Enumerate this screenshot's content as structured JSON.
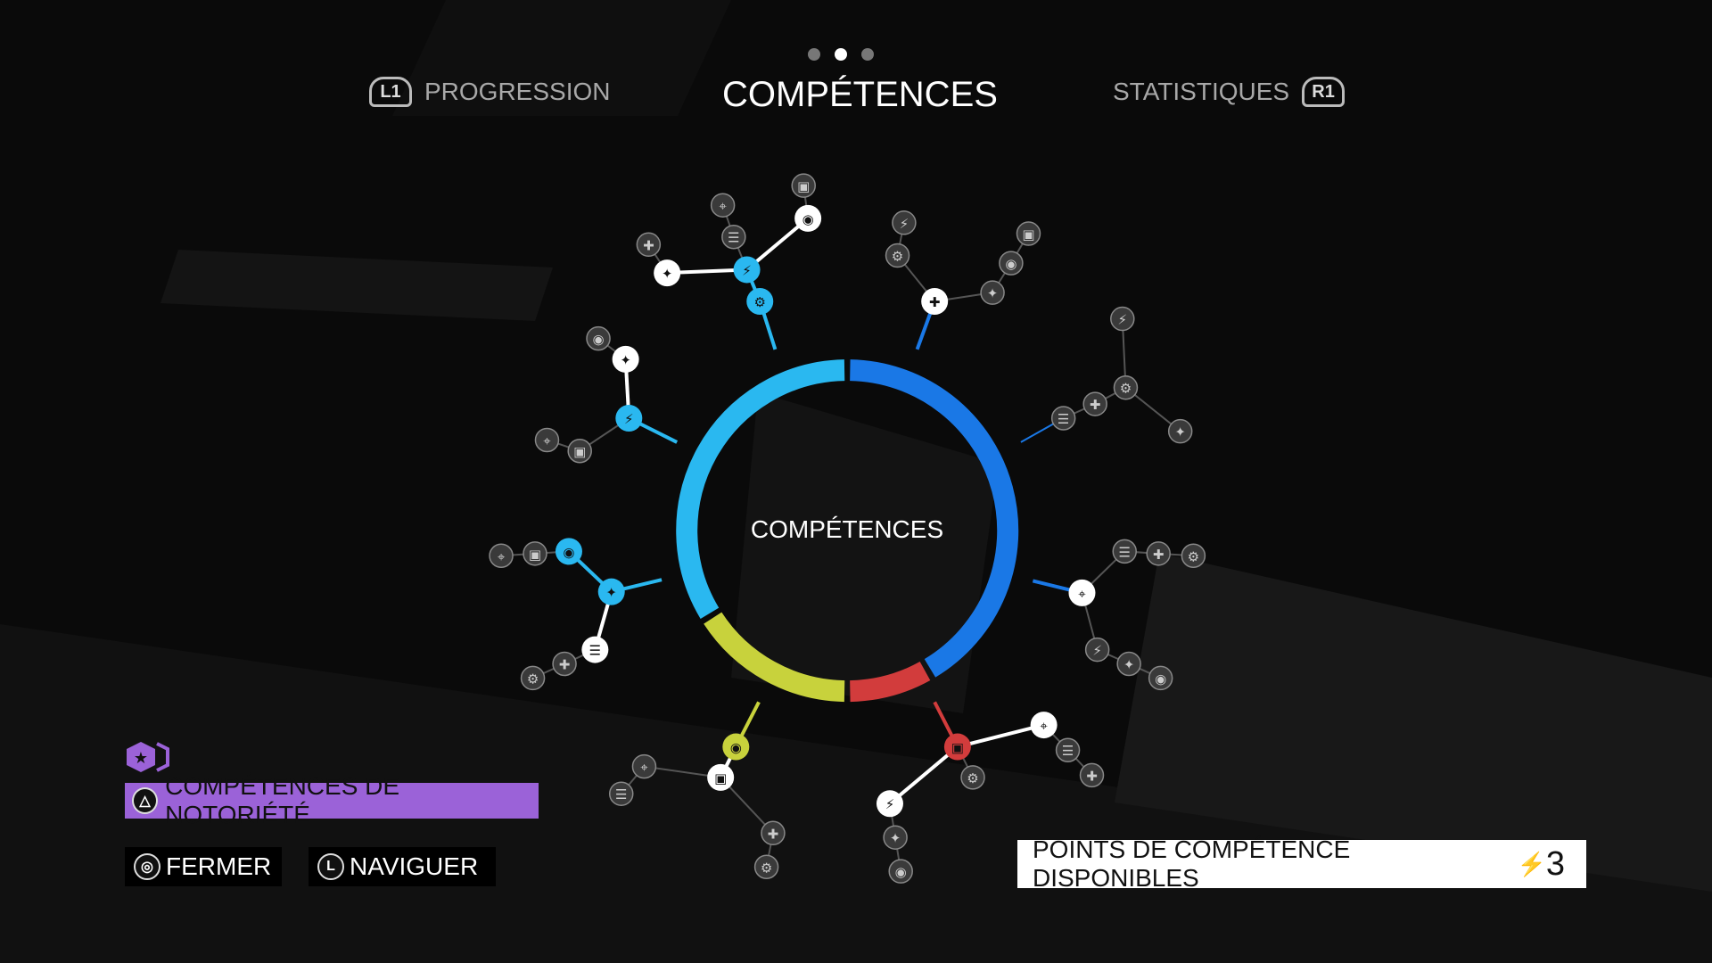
{
  "header": {
    "left_tab": {
      "button": "L1",
      "label": "PROGRESSION"
    },
    "active_tab": {
      "label": "COMPÉTENCES"
    },
    "right_tab": {
      "button": "R1",
      "label": "STATISTIQUES"
    },
    "page_index": 2,
    "page_count": 3
  },
  "wheel": {
    "center_label": "COMPÉTENCES",
    "colors": {
      "cyan": "#2ab8f0",
      "blue": "#1a78e6",
      "red": "#d23c3c",
      "yellow": "#c8d23c",
      "unlocked": "#ffffff",
      "locked": "#3a3a3a"
    },
    "branches": [
      {
        "category": "cyan",
        "states": [
          "category",
          "category",
          "unlocked",
          "unlocked",
          "locked",
          "locked",
          "locked",
          "locked"
        ]
      },
      {
        "category": "cyan",
        "states": [
          "category",
          "unlocked",
          "locked",
          "locked",
          "locked"
        ]
      },
      {
        "category": "cyan",
        "states": [
          "category",
          "category",
          "locked",
          "locked",
          "unlocked",
          "locked",
          "locked"
        ]
      },
      {
        "category": "yellow",
        "states": [
          "category",
          "unlocked",
          "locked",
          "locked",
          "locked",
          "locked"
        ]
      },
      {
        "category": "red",
        "states": [
          "category",
          "unlocked",
          "locked",
          "locked",
          "locked",
          "unlocked",
          "locked",
          "locked"
        ]
      },
      {
        "category": "blue",
        "states": [
          "unlocked",
          "locked",
          "locked",
          "locked",
          "locked",
          "locked",
          "locked"
        ]
      },
      {
        "category": "blue",
        "states": [
          "locked",
          "locked",
          "locked",
          "locked",
          "locked"
        ]
      },
      {
        "category": "blue",
        "states": [
          "unlocked",
          "locked",
          "locked",
          "locked",
          "locked",
          "locked"
        ]
      }
    ]
  },
  "notoriety": {
    "button": "△",
    "label": "COMPÉTENCES DE NOTORIÉTÉ"
  },
  "hints": [
    {
      "button": "◎",
      "label": "FERMER"
    },
    {
      "button": "L",
      "label": "NAVIGUER"
    }
  ],
  "skill_points": {
    "label": "POINTS DE COMPÉTENCE DISPONIBLES",
    "value": "3"
  }
}
